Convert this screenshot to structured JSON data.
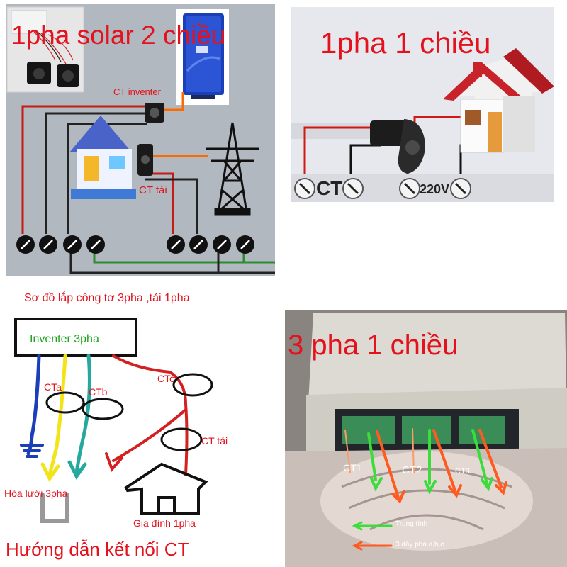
{
  "panel1": {
    "title": "1pha solar 2 chiều",
    "ct_inverter_label": "CT inventer",
    "ct_load_label": "CT tải"
  },
  "panel2": {
    "title": "1pha 1 chiều",
    "ct_label": "CT",
    "voltage_label": "220V"
  },
  "panel3": {
    "heading": "Sơ đồ lắp công tơ 3pha ,tải 1pha",
    "inverter_label": "Inventer 3pha",
    "cta_label": "CTa",
    "ctb_label": "CTb",
    "ctc_label": "CTc",
    "ct_load_label": "CT tải",
    "grid_label": "Hòa lưới 3pha",
    "home_label": "Gia đình 1pha",
    "footer": "Hướng dẫn kết nối CT"
  },
  "panel4": {
    "title": "3 pha 1 chiều",
    "ct1_label": "CT1",
    "ct2_label": "CT2",
    "ct3_label": "CT3",
    "neutral_label": "Trung tính",
    "phase_label": "3 dây pha a,b,c"
  },
  "colors": {
    "title_red": "#e3121d",
    "wire_red": "#c41c14",
    "wire_orange": "#ff6a00",
    "wire_green": "#2e8b2e",
    "arrow_green": "#3ddc3d",
    "arrow_orange": "#ff5a1f",
    "inverter_blue": "#1b3fb8",
    "label_green": "#1aa31a"
  }
}
